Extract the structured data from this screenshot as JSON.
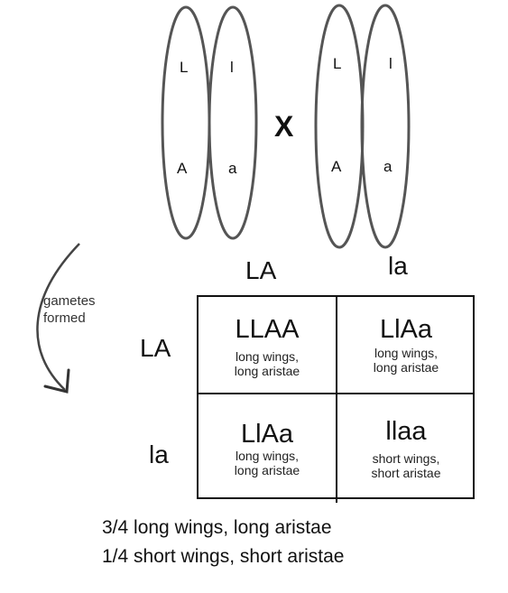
{
  "parents": {
    "left": [
      {
        "top": "L",
        "bottom": "A"
      },
      {
        "top": "l",
        "bottom": "a"
      }
    ],
    "right": [
      {
        "top": "L",
        "bottom": "A"
      },
      {
        "top": "l",
        "bottom": "a"
      }
    ],
    "cross_symbol": "X"
  },
  "arrow_note": {
    "line1": "gametes",
    "line2": "formed"
  },
  "gametes": {
    "columns": [
      "LA",
      "la"
    ],
    "rows": [
      "LA",
      "la"
    ]
  },
  "punnett": [
    {
      "genotype": "LLAA",
      "pheno_line1": "long wings,",
      "pheno_line2": "long aristae"
    },
    {
      "genotype": "LlAa",
      "pheno_line1": "long wings,",
      "pheno_line2": "long aristae"
    },
    {
      "genotype": "LlAa",
      "pheno_line1": "long wings,",
      "pheno_line2": "long aristae"
    },
    {
      "genotype": "llaa",
      "pheno_line1": "short wings,",
      "pheno_line2": "short aristae"
    }
  ],
  "results": [
    "3/4 long wings, long aristae",
    "1/4 short wings, short aristae"
  ]
}
